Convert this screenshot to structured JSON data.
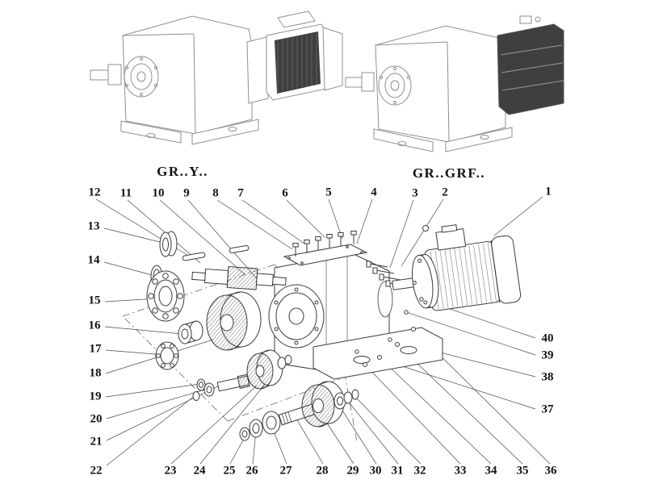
{
  "diagram": {
    "variant_left_label": "GR..Y..",
    "variant_right_label": "GR..GRF.."
  },
  "part_numbers": [
    "1",
    "2",
    "3",
    "4",
    "5",
    "6",
    "7",
    "8",
    "9",
    "10",
    "11",
    "12",
    "13",
    "14",
    "15",
    "16",
    "17",
    "18",
    "19",
    "20",
    "21",
    "22",
    "23",
    "24",
    "25",
    "26",
    "27",
    "28",
    "29",
    "30",
    "31",
    "32",
    "33",
    "34",
    "35",
    "36",
    "37",
    "38",
    "39",
    "40"
  ],
  "colors": {
    "background": "#ffffff",
    "drawing_line": "#3a3a3a",
    "light_line": "#8f8f8f",
    "dark_fill": "#3f3f3f",
    "text": "#111111"
  }
}
